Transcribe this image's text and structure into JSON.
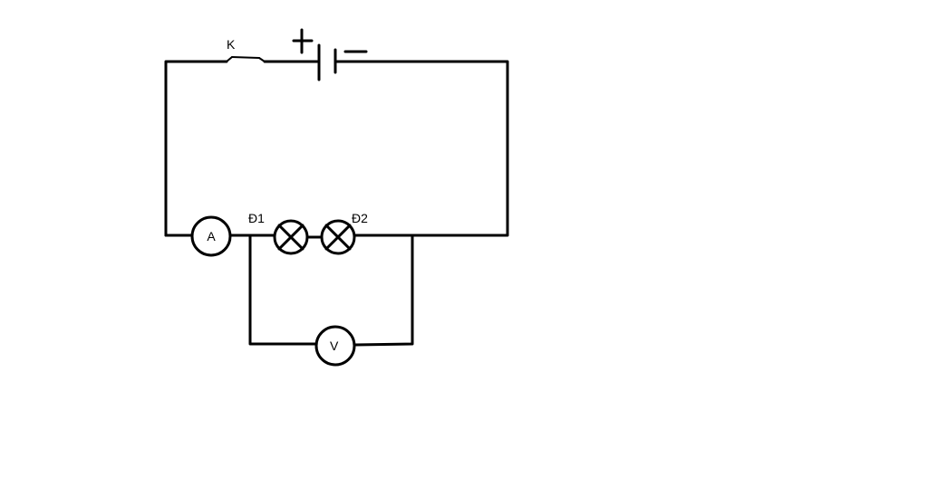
{
  "diagram": {
    "switch_label": "K",
    "battery": {
      "plus_symbol": "+",
      "minus_symbol": "−"
    },
    "ammeter_label": "A",
    "voltmeter_label": "V",
    "lamp1_label": "Đ1",
    "lamp2_label": "Đ2"
  }
}
